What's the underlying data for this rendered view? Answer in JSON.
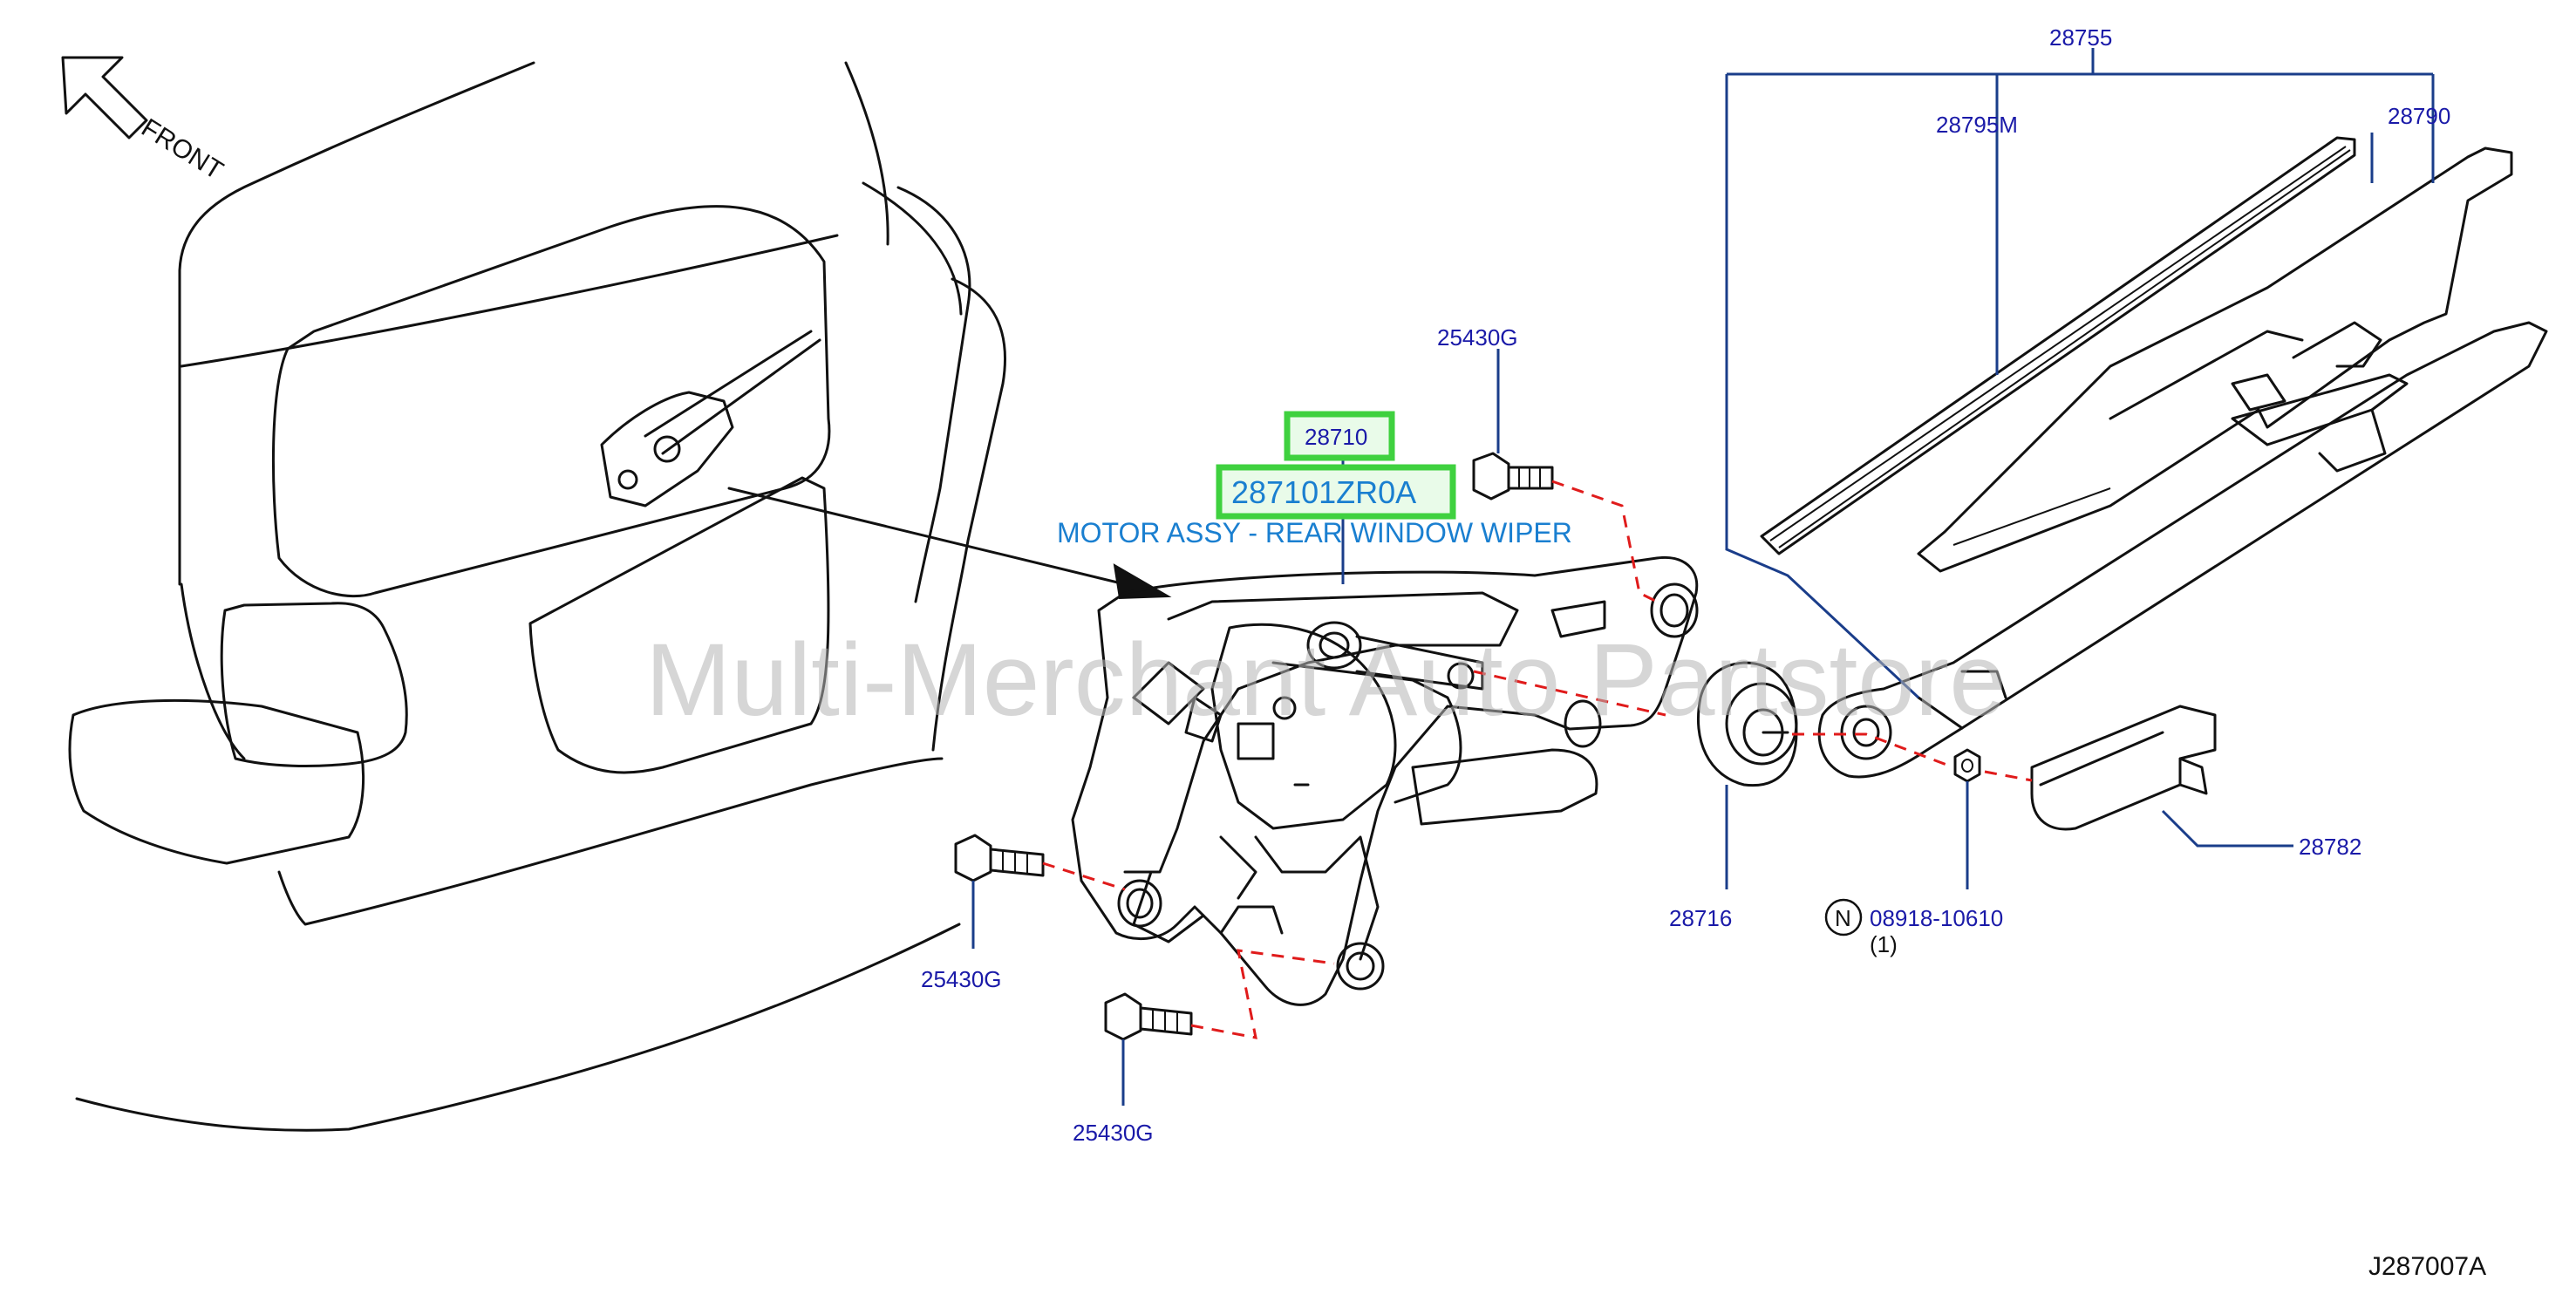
{
  "diagram": {
    "front_label": "FRONT",
    "labels": {
      "assy_28755": "28755",
      "blade_28795m": "28795M",
      "arm_28790": "28790",
      "bolt_top": "25430G",
      "bolt_left": "25430G",
      "bolt_bottom": "25430G",
      "motor_28710": "28710",
      "part_number": "287101ZR0A",
      "part_description": "MOTOR ASSY - REAR WINDOW WIPER",
      "seal_28716": "28716",
      "nut_symbol": "N",
      "nut_number": "08918-10610",
      "nut_qty": "(1)",
      "cap_28782": "28782",
      "diagram_code": "J287007A"
    },
    "watermark": "Multi-Merchant Auto Partstore",
    "colors": {
      "label_blue": "#1a1aa8",
      "highlight_green": "#3fd13f",
      "highlight_text": "#1a7fd0",
      "dashed_red": "#e01b1b"
    }
  }
}
